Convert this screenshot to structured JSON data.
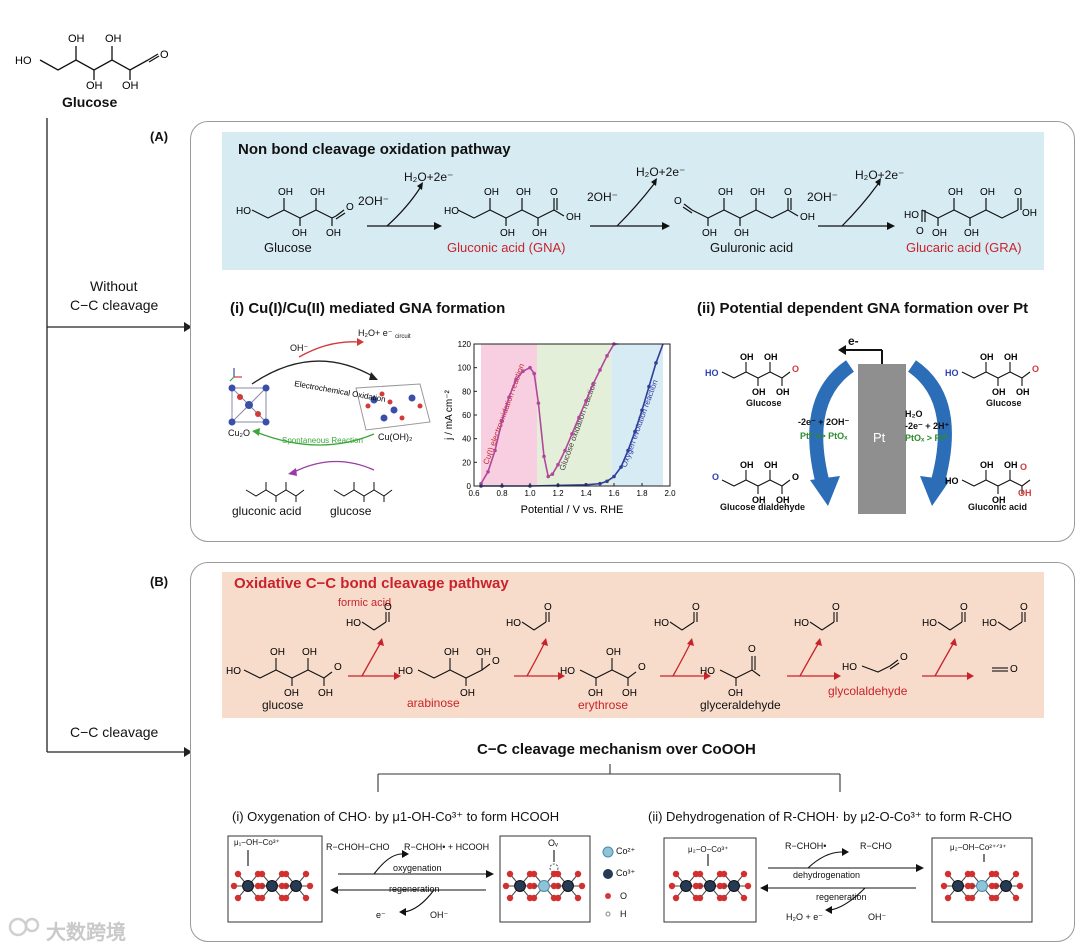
{
  "top": {
    "molecule": "Glucose",
    "oh1": "OH",
    "oh2": "OH",
    "oh3": "OH",
    "oh4": "OH",
    "ho": "HO"
  },
  "branches": {
    "without": [
      "Without",
      "C−C cleavage"
    ],
    "with": "C−C cleavage"
  },
  "panelA": {
    "label": "(A)",
    "title": "Non bond cleavage oxidation pathway",
    "reagent": "2OH⁻",
    "product_side": "H₂O+2e⁻",
    "compounds": [
      "Glucose",
      "Gluconic acid (GNA)",
      "Guluronic acid",
      "Glucaric acid (GRA)"
    ],
    "sub_i": "(i) Cu(I)/Cu(II) mediated GNA formation",
    "sub_ii": "(ii) Potential dependent GNA formation over Pt",
    "cycle": {
      "oh": "OH⁻",
      "h2o": "H₂O+ e⁻",
      "circuit": "circuit",
      "electro": "Electrochemical Oxidation",
      "spont": "Spontaneous Reaction",
      "cu2o": "Cu₂O",
      "cuoh2": "Cu(OH)₂",
      "gluconic": "gluconic acid",
      "glucose": "glucose"
    },
    "pt": {
      "electron": "e-",
      "label": "Pt",
      "left_top": "Glucose",
      "right_top": "Glucose",
      "left_bottom": "Glucose dialdehyde",
      "right_bottom": "Gluconic acid",
      "left_cond1": "-2e⁻ + 2OH⁻",
      "left_cond2": "Pt⁰ >> PtOₓ",
      "right_cond0": "H₂O",
      "right_cond1": "-2e⁻ + 2H⁺",
      "right_cond2": "PtOₓ > Pt⁰"
    }
  },
  "chart_data": {
    "type": "line",
    "xlabel": "Potential / V vs. RHE",
    "ylabel": "j / mA cm⁻²",
    "xlim": [
      0.6,
      2.0
    ],
    "ylim": [
      0,
      120
    ],
    "xticks": [
      0.6,
      0.8,
      1.0,
      1.2,
      1.4,
      1.6,
      1.8,
      2.0
    ],
    "yticks": [
      0,
      20,
      40,
      60,
      80,
      100,
      120
    ],
    "regions": [
      {
        "name": "Cu(I) electrooxidation reaction",
        "x": [
          0.65,
          1.05
        ],
        "color": "#f7cfe0"
      },
      {
        "name": "Glucose oxidation reaction",
        "x": [
          1.05,
          1.58
        ],
        "color": "#e4efd9"
      },
      {
        "name": "Oxygen evolution reaction",
        "x": [
          1.58,
          1.95
        ],
        "color": "#d6ebf4"
      }
    ],
    "series": [
      {
        "color": "#b0479a",
        "x": [
          0.65,
          0.7,
          0.75,
          0.8,
          0.85,
          0.9,
          0.95,
          1.0,
          1.03,
          1.06,
          1.1,
          1.13,
          1.16,
          1.2,
          1.25,
          1.3,
          1.35,
          1.4,
          1.45,
          1.5,
          1.55,
          1.6,
          1.63
        ],
        "y": [
          2,
          12,
          30,
          55,
          75,
          90,
          97,
          100,
          95,
          70,
          25,
          8,
          10,
          18,
          30,
          44,
          58,
          72,
          86,
          98,
          110,
          120,
          124
        ]
      },
      {
        "color": "#2e3f9a",
        "x": [
          0.65,
          0.8,
          1.0,
          1.2,
          1.4,
          1.5,
          1.55,
          1.6,
          1.65,
          1.7,
          1.75,
          1.8,
          1.85,
          1.9,
          1.95
        ],
        "y": [
          0,
          0,
          0,
          0.5,
          1,
          2,
          4,
          8,
          16,
          30,
          46,
          64,
          84,
          104,
          122
        ]
      }
    ]
  },
  "panelB": {
    "label": "(B)",
    "title": "Oxidative C−C bond cleavage pathway",
    "formic": "formic acid",
    "compounds": [
      "glucose",
      "arabinose",
      "erythrose",
      "glyceraldehyde",
      "glycolaldehyde"
    ],
    "mech_title": "C−C cleavage mechanism over CoOOH",
    "mech_i": "(i) Oxygenation of CHO· by μ1-OH-Co³⁺ to form HCOOH",
    "mech_ii": "(ii) Dehydrogenation of R-CHOH· by μ2-O-Co³⁺ to form R-CHO",
    "i": {
      "site1": "μ₁−OH−Co³⁺",
      "reactant": "R−CHOH−CHO",
      "product": "R−CHOH• + HCOOH",
      "forward": "oxygenation",
      "backward": "regeneration",
      "eminus": "e⁻",
      "oh": "OH⁻",
      "ov": "Oᵥ",
      "legend": [
        "Co²⁺",
        "Co³⁺",
        "O",
        "H"
      ]
    },
    "ii": {
      "site1": "μ₂−O−Co³⁺",
      "site2": "μ₂−OH−Co²⁺ᐟ³⁺",
      "reactant": "R−CHOH•",
      "product": "R−CHO",
      "forward": "dehydrogenation",
      "backward": "regeneration",
      "h2o": "H₂O + e⁻",
      "oh": "OH⁻"
    }
  },
  "watermark": "大数跨境",
  "colors": {
    "accent_red": "#c8232c",
    "blue_band": "#d7ebf3",
    "peach_band": "#f8dccb"
  }
}
